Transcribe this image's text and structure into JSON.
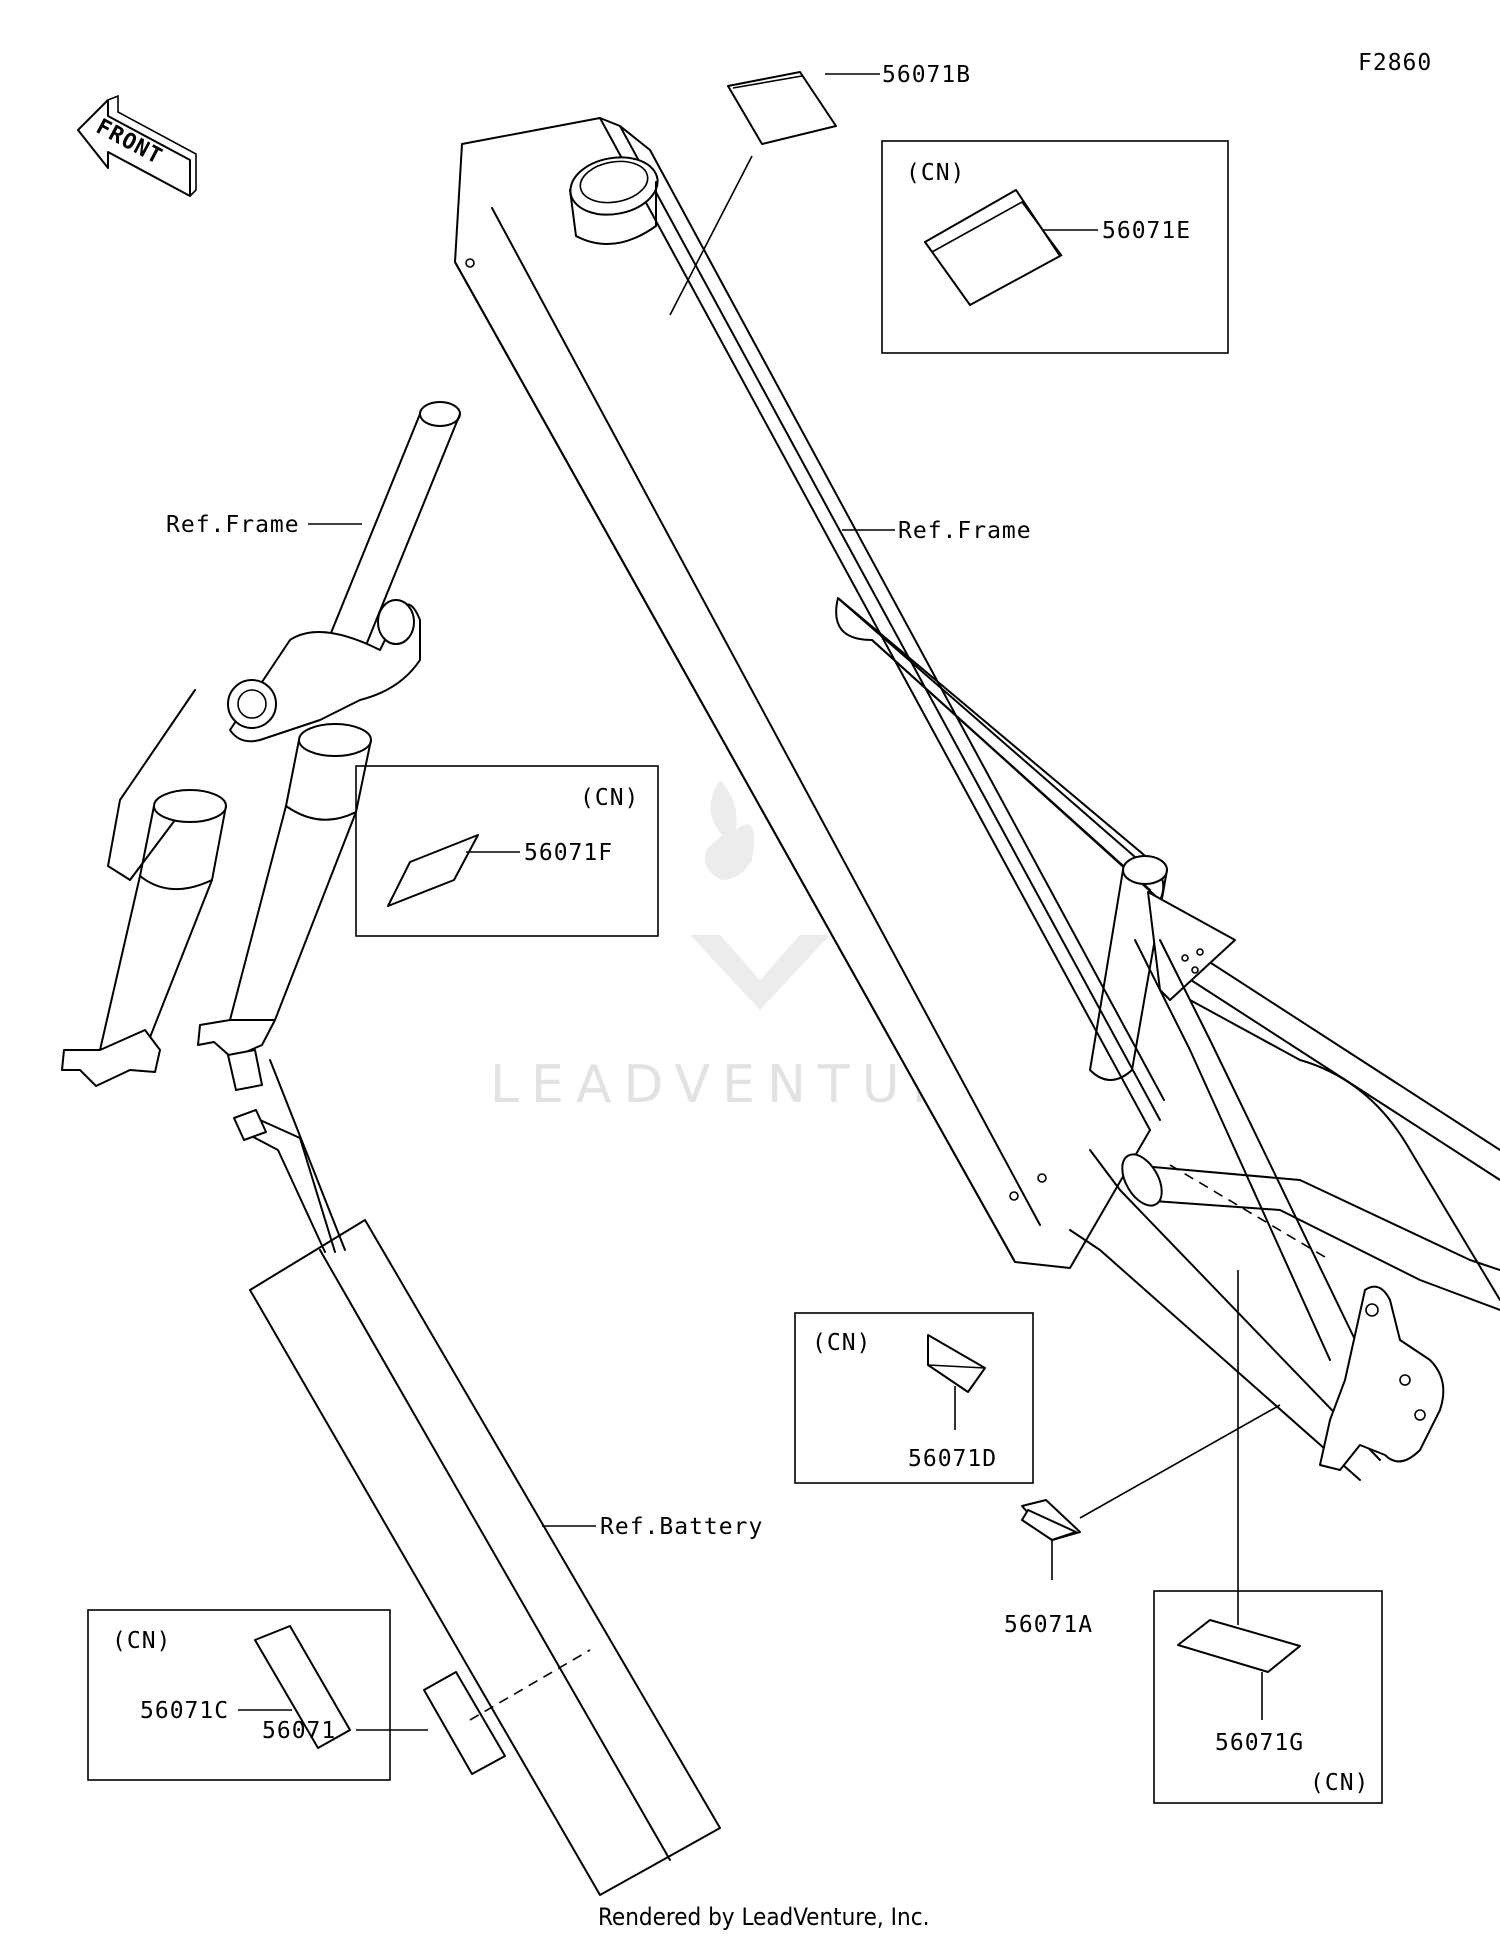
{
  "figure": {
    "code": "F2860",
    "front": "FRONT",
    "credit": "Rendered by LeadVenture, Inc.",
    "watermark": "LEADVENTURE",
    "labels": {
      "p56071B": "56071B",
      "p56071E": "56071E",
      "p56071F": "56071F",
      "p56071D": "56071D",
      "p56071A": "56071A",
      "p56071G": "56071G",
      "p56071C": "56071C",
      "p56071": "56071",
      "ref_frame_fork": "Ref.Frame",
      "ref_frame_main": "Ref.Frame",
      "ref_battery": "Ref.Battery",
      "cn_e": "(CN)",
      "cn_f": "(CN)",
      "cn_d": "(CN)",
      "cn_g": "(CN)",
      "cn_c": "(CN)"
    }
  }
}
